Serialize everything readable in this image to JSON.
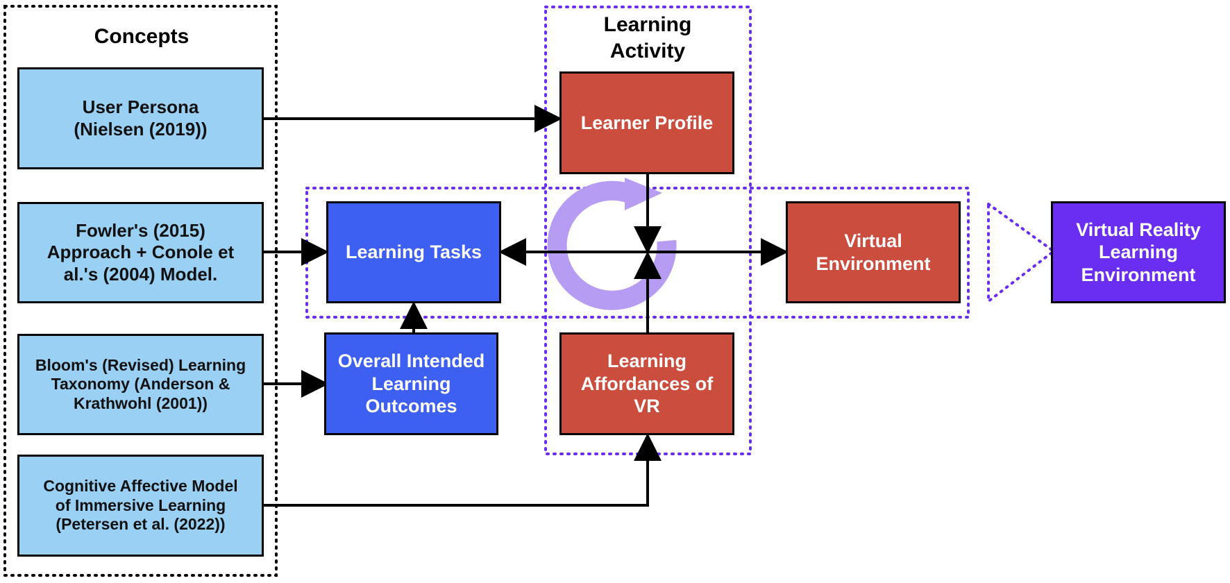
{
  "concepts": {
    "heading": "Concepts",
    "items": [
      "User Persona\n(Nielsen (2019))",
      "Fowler's (2015)\nApproach + Conole et\nal.'s (2004) Model.",
      "Bloom's (Revised) Learning\nTaxonomy (Anderson &\nKrathwohl (2001))",
      "Cognitive Affective Model\nof Immersive Learning\n(Petersen et al. (2022))"
    ]
  },
  "learning_activity": {
    "heading": "Learning\nActivity",
    "learner_profile": "Learner Profile",
    "learning_affordances": "Learning\nAffordances of\nVR"
  },
  "learning_tasks": "Learning Tasks",
  "overall_outcomes": "Overall Intended\nLearning\nOutcomes",
  "virtual_environment": "Virtual\nEnvironment",
  "vr_learning_environment": "Virtual  Reality\nLearning\nEnvironment",
  "colors": {
    "concept_fill": "#9bd0f5",
    "blue_fill": "#3d5ff2",
    "red_fill": "#cb4d3e",
    "purple_fill": "#6a2ef2",
    "dotted_purple": "#6a2ef2",
    "cycle_icon": "#b79cf3"
  },
  "icons": {
    "cycle": "refresh-cycle-icon"
  }
}
